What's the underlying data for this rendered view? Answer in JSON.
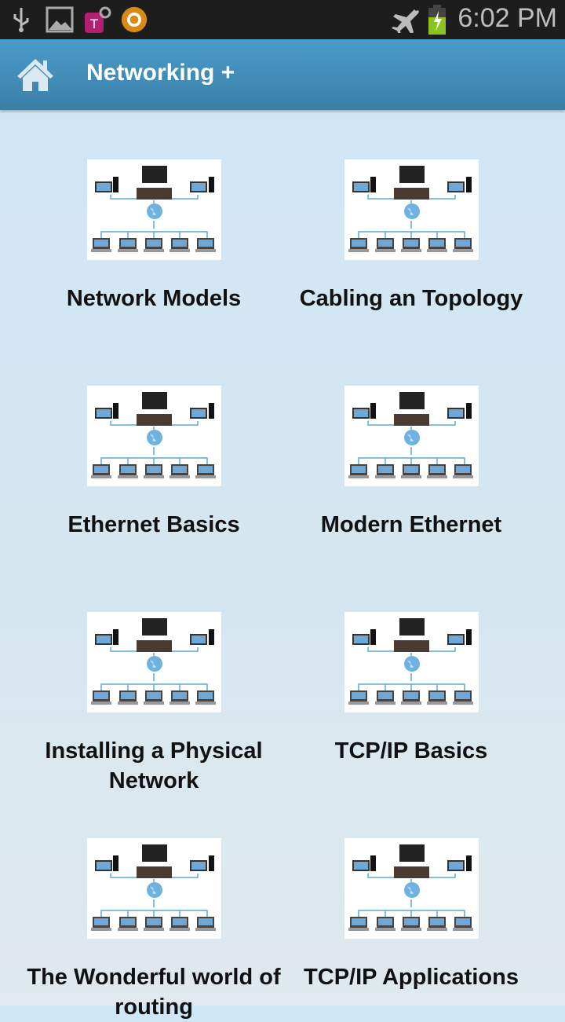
{
  "status_bar": {
    "time": "6:02 PM",
    "icons": [
      "usb-icon",
      "gallery-icon",
      "tmobile-key-icon",
      "orange-app-icon",
      "airplane-mode-icon",
      "battery-charging-icon"
    ]
  },
  "app_bar": {
    "title": "Networking +",
    "home_icon": "home-icon"
  },
  "topics": [
    {
      "label": "Network Models"
    },
    {
      "label": "Cabling an Topology"
    },
    {
      "label": "Ethernet Basics"
    },
    {
      "label": "Modern Ethernet"
    },
    {
      "label": "Installing a Physical Network"
    },
    {
      "label": "TCP/IP Basics"
    },
    {
      "label": "The Wonderful world of routing"
    },
    {
      "label": "TCP/IP Applications"
    }
  ],
  "colors": {
    "appbar": "#4290be",
    "background": "#cfe6f7"
  }
}
